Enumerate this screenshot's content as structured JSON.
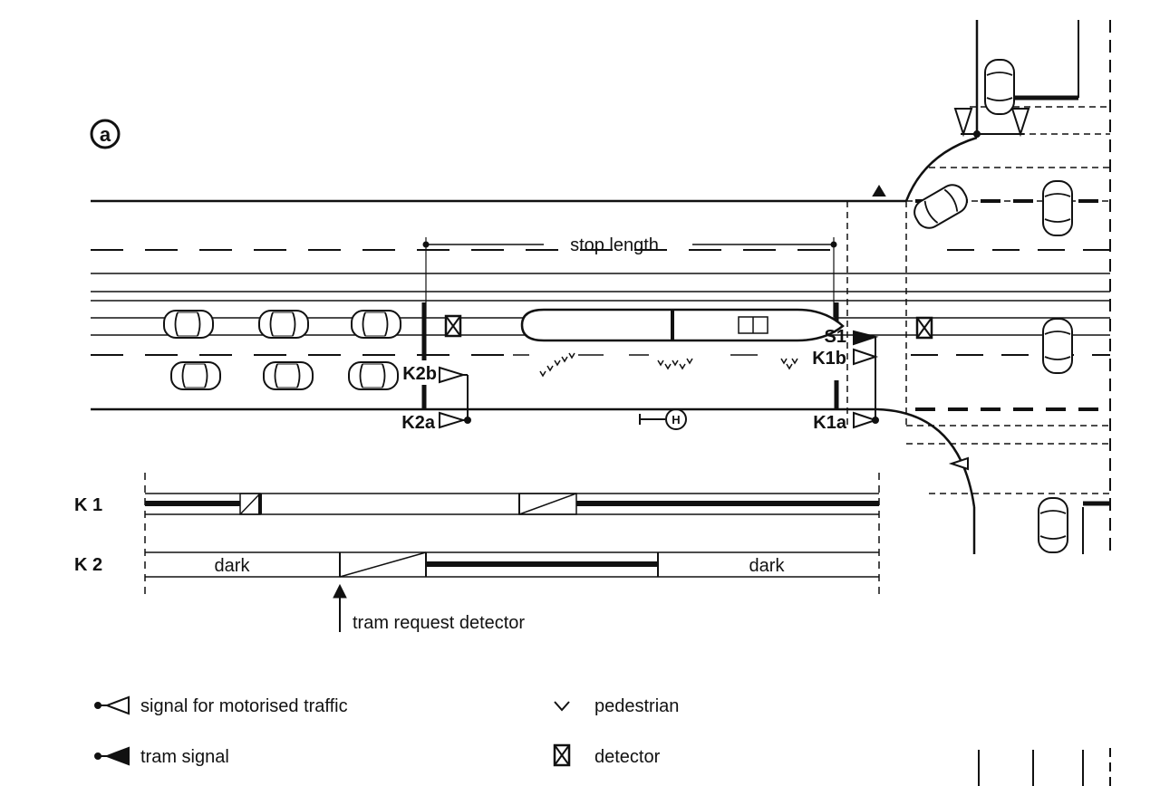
{
  "figure_label": "a",
  "dimension": {
    "stop_length": "stop length"
  },
  "signals": {
    "s1": "S1",
    "k1a": "K1a",
    "k1b": "K1b",
    "k2a": "K2a",
    "k2b": "K2b"
  },
  "timing": {
    "rows": [
      {
        "name": "K 1",
        "left_text": "",
        "right_text": ""
      },
      {
        "name": "K 2",
        "left_text": "dark",
        "right_text": "dark"
      }
    ],
    "annotation": "tram request detector"
  },
  "legend": {
    "items": [
      {
        "icon": "motor-signal-icon",
        "label": "signal for motorised traffic"
      },
      {
        "icon": "tram-signal-icon",
        "label": "tram signal"
      },
      {
        "icon": "pedestrian-icon",
        "label": "pedestrian"
      },
      {
        "icon": "detector-icon",
        "label": "detector"
      }
    ]
  }
}
